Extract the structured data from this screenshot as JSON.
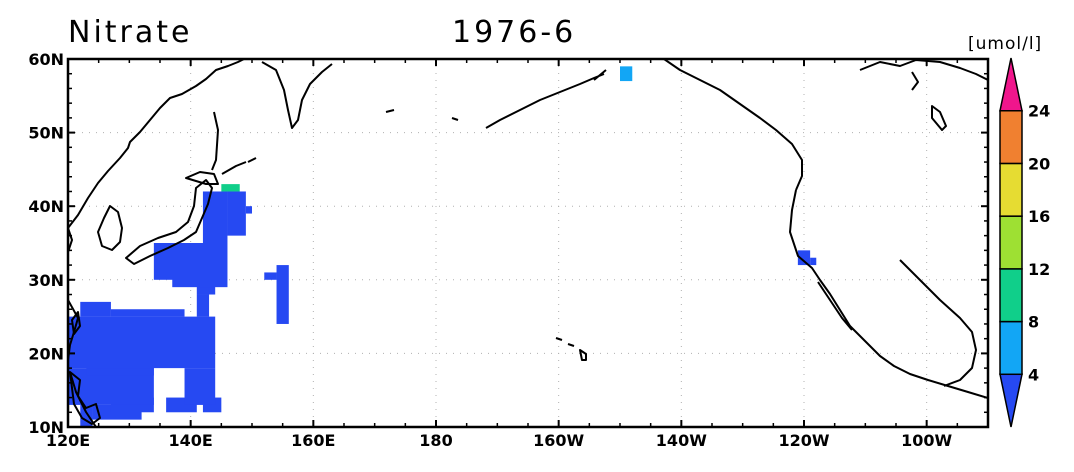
{
  "title": "Nitrate",
  "date": "1976-6",
  "units": "[umol/l]",
  "colors": {
    "frame": "#000000",
    "grid": "#b0b0b0",
    "coast": "#000000"
  },
  "chart_data": {
    "type": "heatmap",
    "variable": "Nitrate",
    "time": "1976-6",
    "units": "[umol/l]",
    "lon_range": [
      120,
      270
    ],
    "lat_range": [
      10,
      60
    ],
    "x_ticks": [
      {
        "value": 120,
        "label": "120E"
      },
      {
        "value": 140,
        "label": "140E"
      },
      {
        "value": 160,
        "label": "160E"
      },
      {
        "value": 180,
        "label": "180"
      },
      {
        "value": 200,
        "label": "160W"
      },
      {
        "value": 220,
        "label": "140W"
      },
      {
        "value": 240,
        "label": "120W"
      },
      {
        "value": 260,
        "label": "100W"
      }
    ],
    "y_ticks": [
      {
        "value": 10,
        "label": "10N"
      },
      {
        "value": 20,
        "label": "20N"
      },
      {
        "value": 30,
        "label": "30N"
      },
      {
        "value": 40,
        "label": "40N"
      },
      {
        "value": 50,
        "label": "50N"
      },
      {
        "value": 60,
        "label": "60N"
      }
    ],
    "grid": true,
    "colorbar": {
      "position": "right",
      "levels": [
        "4",
        "8",
        "12",
        "16",
        "20",
        "24"
      ],
      "colors": [
        "#2649f2",
        "#12a6f5",
        "#10cf8a",
        "#9ee033",
        "#e6dc32",
        "#f08030",
        "#f0168c"
      ],
      "extend": "both"
    },
    "cells": [
      {
        "lon": [
          122,
          124
        ],
        "lat": [
          10,
          15
        ],
        "value": 3
      },
      {
        "lon": [
          124,
          132
        ],
        "lat": [
          11,
          13
        ],
        "value": 3
      },
      {
        "lon": [
          127,
          134
        ],
        "lat": [
          12,
          14
        ],
        "value": 3
      },
      {
        "lon": [
          136,
          141
        ],
        "lat": [
          12,
          14
        ],
        "value": 3
      },
      {
        "lon": [
          142,
          145
        ],
        "lat": [
          12,
          14
        ],
        "value": 3
      },
      {
        "lon": [
          120,
          134
        ],
        "lat": [
          13,
          18
        ],
        "value": 3
      },
      {
        "lon": [
          139,
          144
        ],
        "lat": [
          13,
          18
        ],
        "value": 3
      },
      {
        "lon": [
          123,
          134
        ],
        "lat": [
          17,
          21
        ],
        "value": 3
      },
      {
        "lon": [
          120,
          144
        ],
        "lat": [
          18,
          25
        ],
        "value": 3
      },
      {
        "lon": [
          122,
          127
        ],
        "lat": [
          25,
          27
        ],
        "value": 3
      },
      {
        "lon": [
          127,
          139
        ],
        "lat": [
          25,
          26
        ],
        "value": 3
      },
      {
        "lon": [
          141,
          143
        ],
        "lat": [
          25,
          28
        ],
        "value": 3
      },
      {
        "lon": [
          141,
          144
        ],
        "lat": [
          28,
          35
        ],
        "value": 3
      },
      {
        "lon": [
          137,
          146
        ],
        "lat": [
          29,
          35
        ],
        "value": 3
      },
      {
        "lon": [
          134,
          141
        ],
        "lat": [
          30,
          35
        ],
        "value": 3
      },
      {
        "lon": [
          142,
          146
        ],
        "lat": [
          35,
          42
        ],
        "value": 3
      },
      {
        "lon": [
          146,
          149
        ],
        "lat": [
          36,
          42
        ],
        "value": 3
      },
      {
        "lon": [
          149,
          150
        ],
        "lat": [
          39,
          40
        ],
        "value": 3
      },
      {
        "lon": [
          154,
          156
        ],
        "lat": [
          24,
          32
        ],
        "value": 3
      },
      {
        "lon": [
          152,
          154
        ],
        "lat": [
          30,
          31
        ],
        "value": 3
      },
      {
        "lon": [
          239,
          241
        ],
        "lat": [
          32,
          34
        ],
        "value": 3
      },
      {
        "lon": [
          241,
          242
        ],
        "lat": [
          32,
          33
        ],
        "value": 3
      },
      {
        "lon": [
          145,
          148
        ],
        "lat": [
          42,
          43
        ],
        "value": 9
      },
      {
        "lon": [
          210,
          212
        ],
        "lat": [
          57,
          59
        ],
        "value": 5
      }
    ]
  }
}
